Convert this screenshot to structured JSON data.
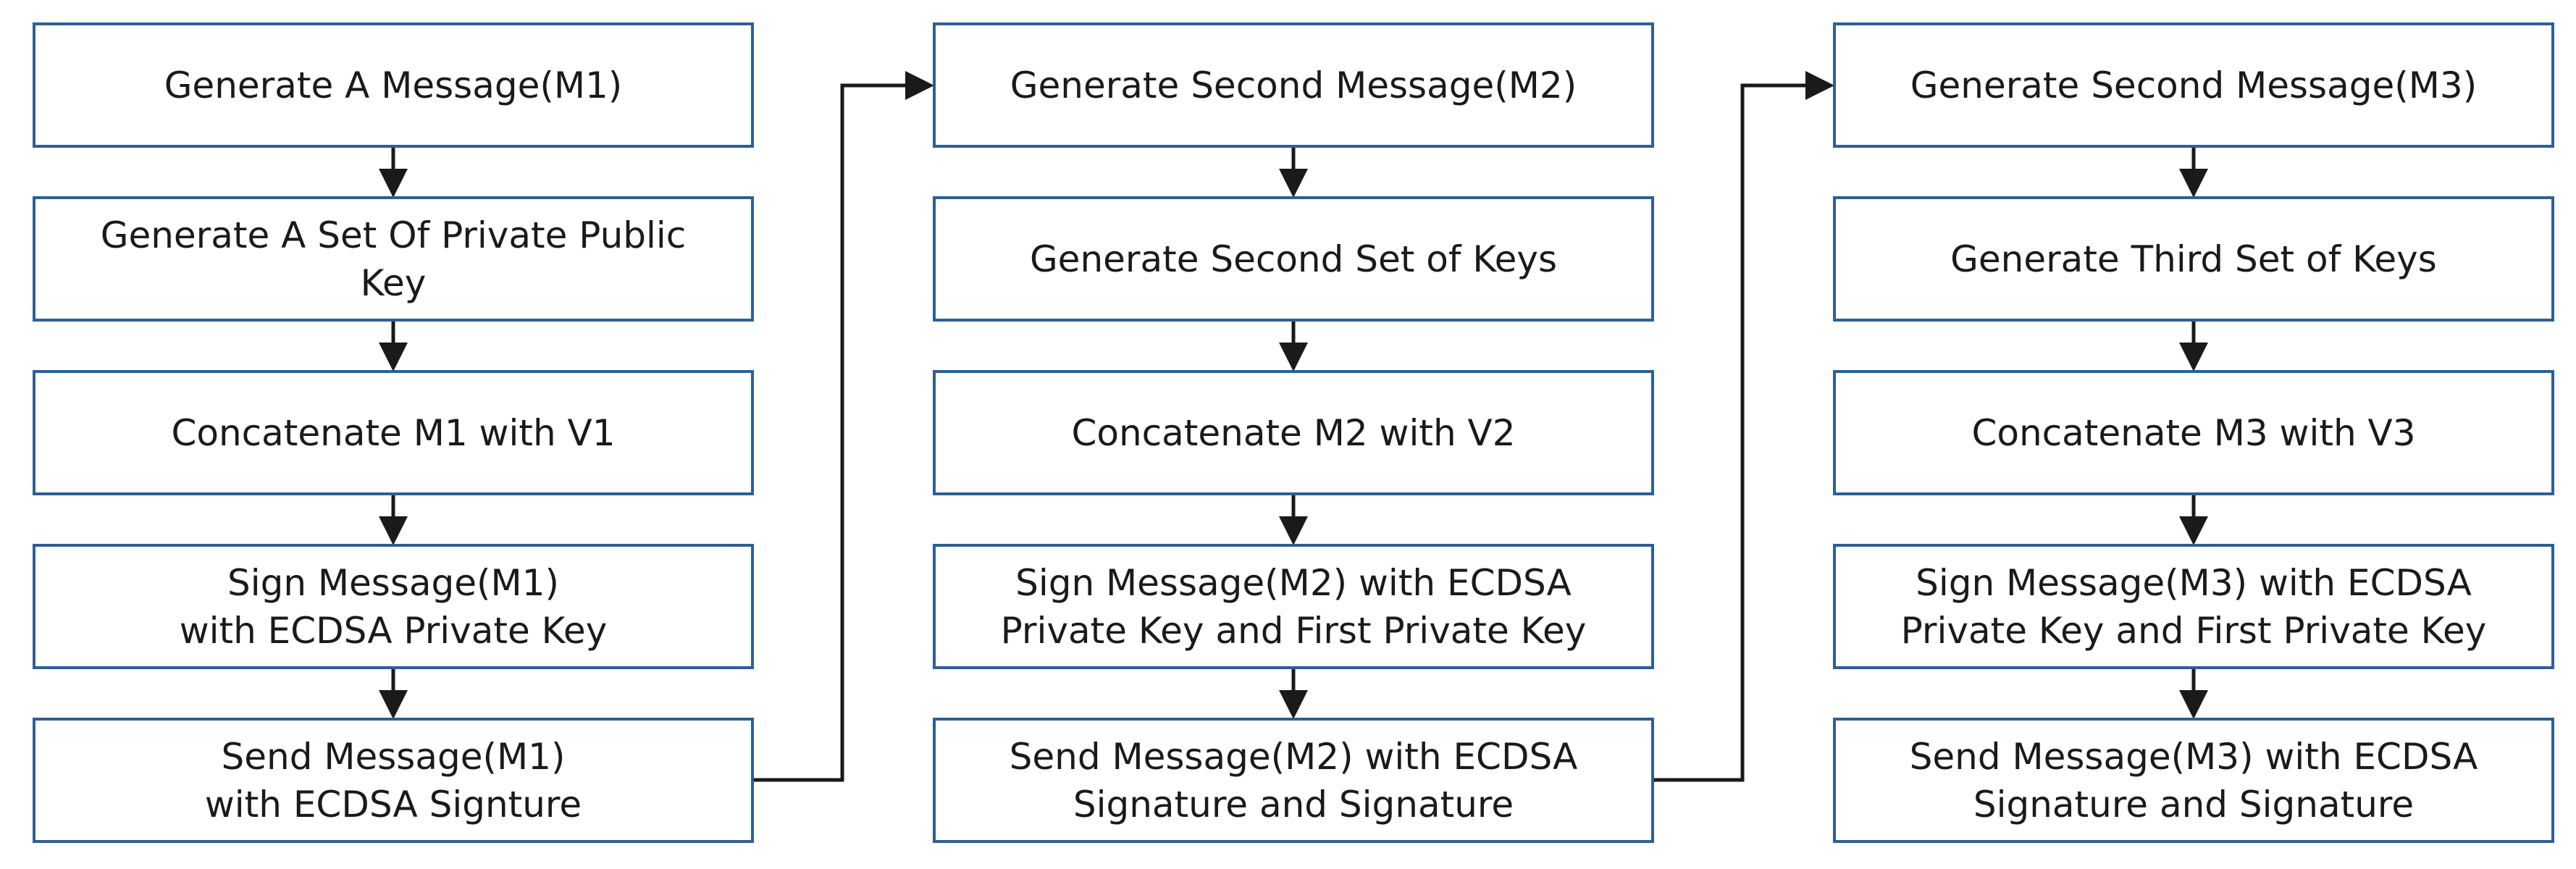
{
  "columns": [
    {
      "steps": [
        "Generate A Message(M1)",
        "Generate A Set Of Private Public\nKey",
        "Concatenate M1 with V1",
        "Sign Message(M1)\nwith ECDSA Private Key",
        "Send Message(M1)\nwith ECDSA Signture"
      ]
    },
    {
      "steps": [
        "Generate Second Message(M2)",
        "Generate Second Set of Keys",
        "Concatenate M2 with V2",
        "Sign Message(M2) with ECDSA\nPrivate Key and First Private Key",
        "Send Message(M2) with ECDSA\nSignature and Signature"
      ]
    },
    {
      "steps": [
        "Generate Second Message(M3)",
        "Generate Third Set of Keys",
        "Concatenate M3 with V3",
        "Sign Message(M3) with ECDSA\nPrivate Key and First Private Key",
        "Send Message(M3) with ECDSA\nSignature and Signature"
      ]
    }
  ],
  "colors": {
    "box_border": "#2e5f94",
    "arrow": "#1a1a1a",
    "text": "#1a1a1a"
  }
}
